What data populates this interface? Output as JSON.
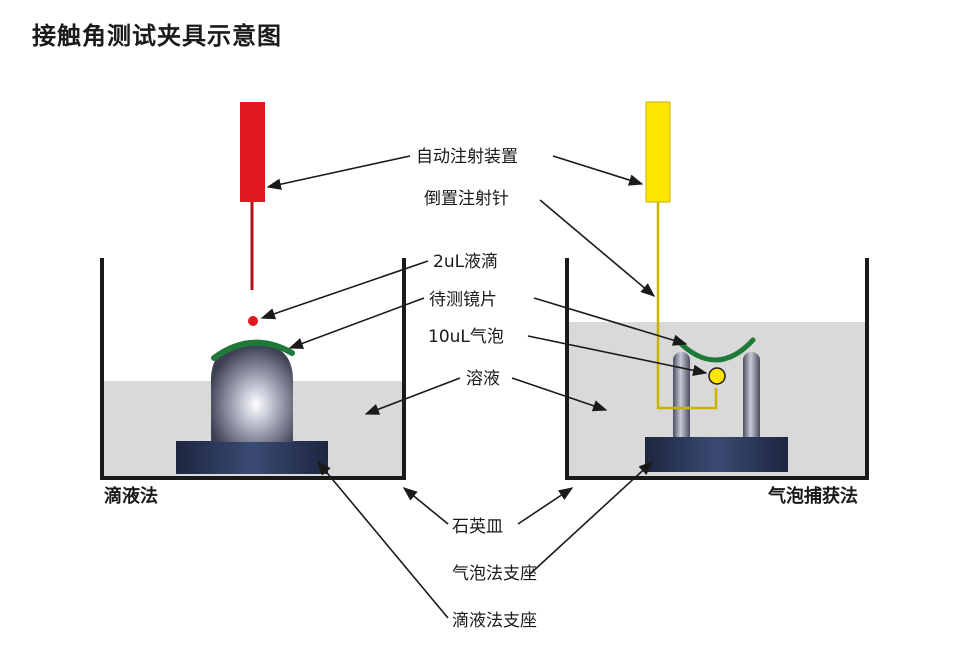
{
  "title": "接触角测试夹具示意图",
  "labels": {
    "auto_injector": "自动注射装置",
    "inverted_needle": "倒置注射针",
    "droplet": "2uL液滴",
    "sample": "待测镜片",
    "bubble": "10uL气泡",
    "solution": "溶液",
    "quartz_dish": "石英皿",
    "bubble_holder": "气泡法支座",
    "drop_holder": "滴液法支座"
  },
  "methods": {
    "left": "滴液法",
    "right": "气泡捕获法"
  },
  "colors": {
    "left_injector": "#e0181f",
    "right_injector": "#ffe600",
    "lens": "#1f7a3a",
    "liquid": "#d9d9d9",
    "holder": "#2b3a5c"
  }
}
